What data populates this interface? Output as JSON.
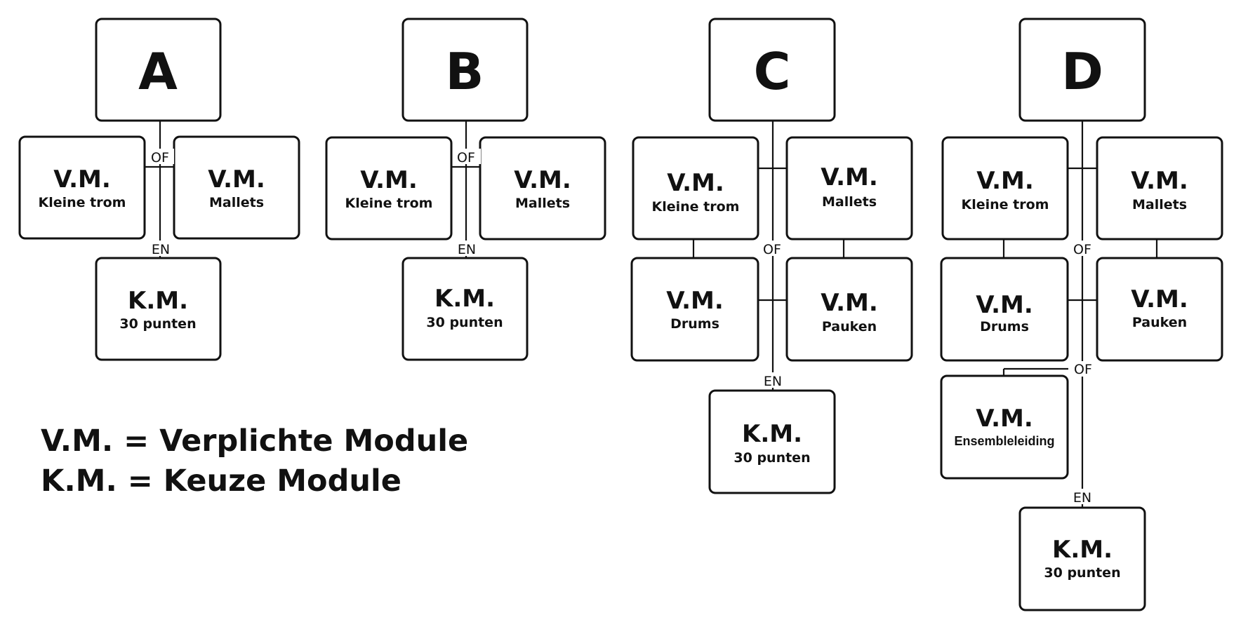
{
  "columns": [
    {
      "letter": "A",
      "connectors": {
        "or_label": "OF",
        "and_label": "EN"
      },
      "modules": [
        {
          "type": "V.M.",
          "name": "Kleine trom"
        },
        {
          "type": "V.M.",
          "name": "Mallets"
        },
        {
          "type": "K.M.",
          "name": "30 punten"
        }
      ]
    },
    {
      "letter": "B",
      "connectors": {
        "or_label": "OF",
        "and_label": "EN"
      },
      "modules": [
        {
          "type": "V.M.",
          "name": "Kleine trom"
        },
        {
          "type": "V.M.",
          "name": "Mallets"
        },
        {
          "type": "K.M.",
          "name": "30 punten"
        }
      ]
    },
    {
      "letter": "C",
      "connectors": {
        "or_label": "OF",
        "and_label": "EN"
      },
      "modules": [
        {
          "type": "V.M.",
          "name": "Kleine trom"
        },
        {
          "type": "V.M.",
          "name": "Mallets"
        },
        {
          "type": "V.M.",
          "name": "Drums"
        },
        {
          "type": "V.M.",
          "name": "Pauken"
        },
        {
          "type": "K.M.",
          "name": "30 punten"
        }
      ]
    },
    {
      "letter": "D",
      "connectors": {
        "or_label": "OF",
        "or_label_2": "OF",
        "and_label": "EN"
      },
      "modules": [
        {
          "type": "V.M.",
          "name": "Kleine trom"
        },
        {
          "type": "V.M.",
          "name": "Mallets"
        },
        {
          "type": "V.M.",
          "name": "Drums"
        },
        {
          "type": "V.M.",
          "name": "Pauken"
        },
        {
          "type": "V.M.",
          "name": "Ensembleleiding"
        },
        {
          "type": "K.M.",
          "name": "30 punten"
        }
      ]
    }
  ],
  "legend": {
    "line1": "V.M. = Verplichte Module",
    "line2": "K.M. = Keuze Module"
  }
}
